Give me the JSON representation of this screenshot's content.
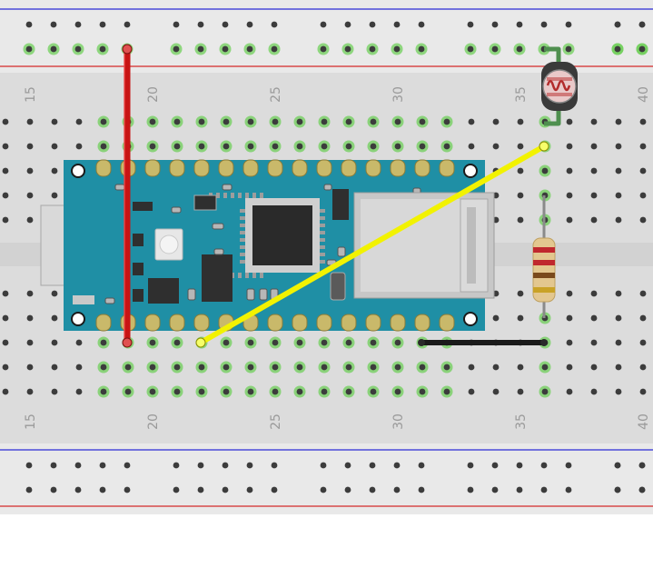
{
  "breadboard": {
    "column_labels": [
      "15",
      "20",
      "25",
      "30",
      "35",
      "40"
    ],
    "colors": {
      "board": "#dcdcdc",
      "rail_band": "#ebebeb",
      "hole": "#3c3c3c",
      "connected_hole": "#6fcf5a",
      "rail_blue": "#2b2bd6",
      "rail_red": "#d42a2a",
      "divider": "#d4d4d4"
    }
  },
  "components": {
    "microcontroller": {
      "name": "Arduino Nano",
      "pcb_color": "#1f8fa5"
    },
    "photoresistor": {
      "name": "Photocell (LDR)"
    },
    "resistor": {
      "name": "Resistor",
      "bands": [
        "#c0282e",
        "#c0282e",
        "#7a4a1c",
        "#c9a227"
      ]
    }
  },
  "wires": [
    {
      "name": "red-wire",
      "color": "#c81414"
    },
    {
      "name": "yellow-wire",
      "color": "#f2f200"
    },
    {
      "name": "black-wire",
      "color": "#1a1a1a"
    }
  ]
}
